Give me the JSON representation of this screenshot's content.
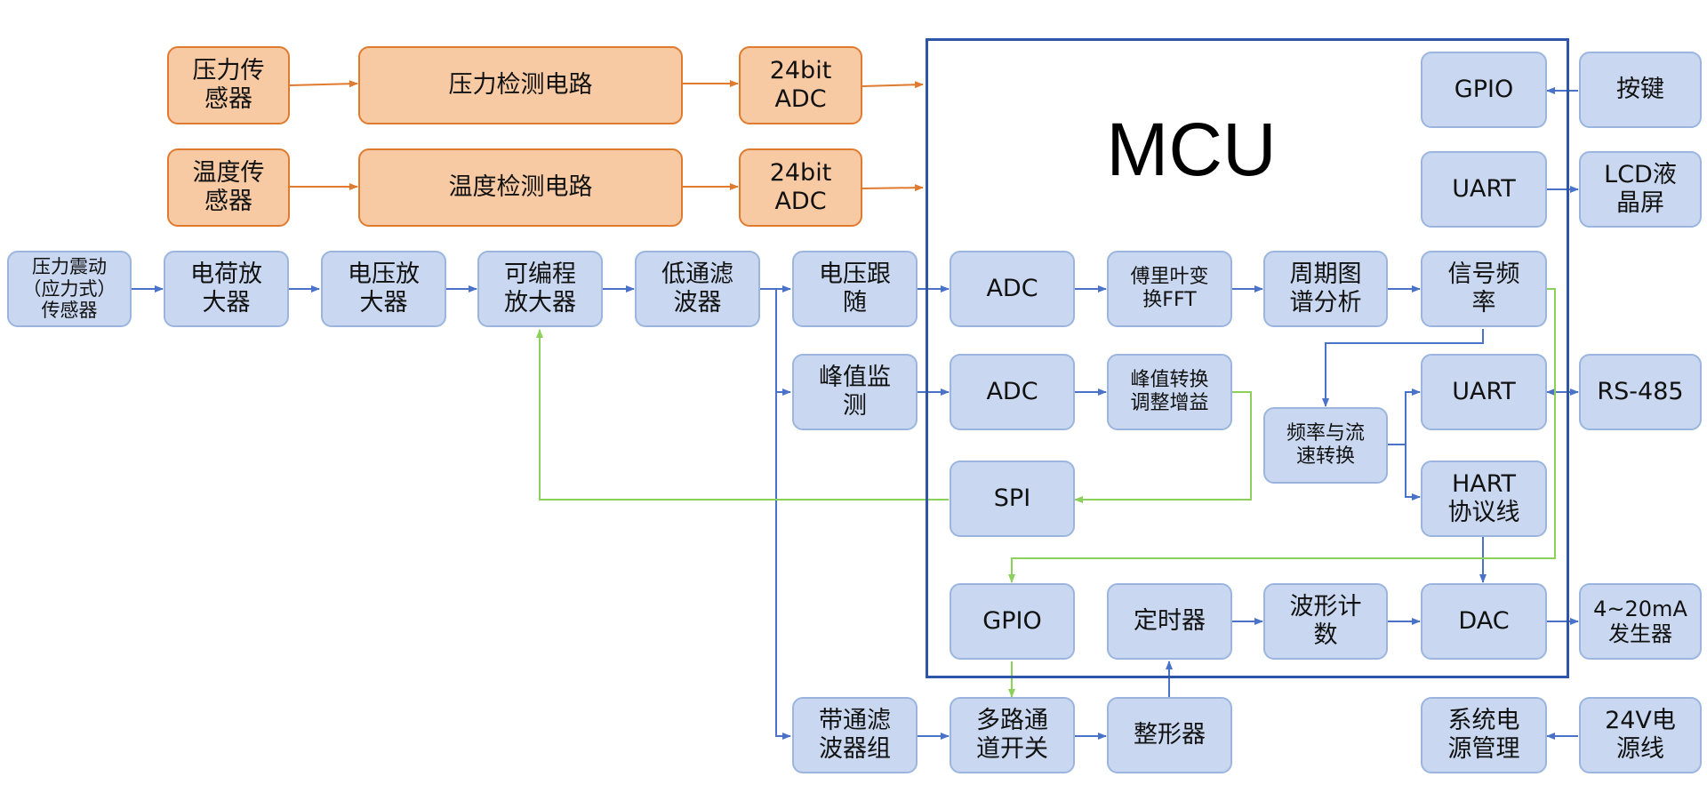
{
  "mcu_title": "MCU",
  "colors": {
    "blue_fill": "#c9d8f0",
    "blue_border": "#9bb5de",
    "orange_fill": "#f8caa4",
    "orange_border": "#e07a2e",
    "blue_line": "#4a72c8",
    "orange_line": "#e07a2e",
    "green_line": "#8ccf5a",
    "mcu_border": "#2f55a8"
  },
  "blocks": {
    "pressure_sensor": "压力传\n感器",
    "pressure_detect": "压力检测电路",
    "adc24_1": "24bit\nADC",
    "temp_sensor": "温度传\n感器",
    "temp_detect": "温度检测电路",
    "adc24_2": "24bit\nADC",
    "vib_sensor": "压力震动\n（应力式）\n传感器",
    "charge_amp": "电荷放\n大器",
    "voltage_amp": "电压放\n大器",
    "prog_amp": "可编程\n放大器",
    "lowpass": "低通滤\n波器",
    "follower": "电压跟\n随",
    "peak_monitor": "峰值监\n测",
    "adc_fft": "ADC",
    "adc_peak": "ADC",
    "fft": "傅里叶变\n换FFT",
    "period": "周期图\n谱分析",
    "freq": "信号频\n率",
    "peak_convert": "峰值转换\n调整增益",
    "spi": "SPI",
    "flow_convert": "频率与流\n速转换",
    "uart2": "UART",
    "hart": "HART\n协议线",
    "gpio_top": "GPIO",
    "uart1": "UART",
    "key": "按键",
    "lcd": "LCD液\n晶屏",
    "rs485": "RS-485",
    "gpio_bot": "GPIO",
    "timer": "定时器",
    "wave_count": "波形计\n数",
    "dac": "DAC",
    "gen420": "4~20mA\n发生器",
    "bandpass": "带通滤\n波器组",
    "mux": "多路通\n道开关",
    "shaper": "整形器",
    "pwr_mgmt": "系统电\n源管理",
    "pwr_24v": "24V电\n源线"
  }
}
